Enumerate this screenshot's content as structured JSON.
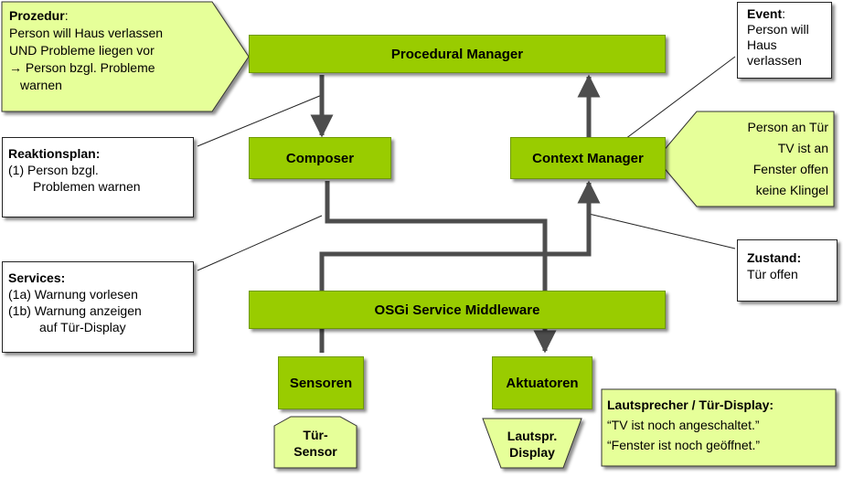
{
  "colors": {
    "component_fill": "#99cc00",
    "callout_fill": "#e6ff99",
    "arrow": "#4d4d4d"
  },
  "components": {
    "procedural_manager": "Procedural Manager",
    "composer": "Composer",
    "context_manager": "Context Manager",
    "osgi_middleware": "OSGi Service Middleware",
    "sensoren": "Sensoren",
    "aktuatoren": "Aktuatoren"
  },
  "devices": {
    "tuer_sensor": [
      "Tür-",
      "Sensor"
    ],
    "lautsprecher_display": [
      "Lautspr.",
      "Display"
    ]
  },
  "callouts": {
    "prozedur": {
      "title": "Prozedur",
      "colon": ":",
      "lines": [
        "Person will Haus verlassen",
        "UND Probleme liegen vor",
        "→ Person bzgl. Probleme",
        "warnen"
      ]
    },
    "event": {
      "title": "Event",
      "colon": ":",
      "lines": [
        "Person will",
        "Haus",
        "verlassen"
      ]
    },
    "context_input": {
      "lines": [
        "Person an Tür",
        "TV ist an",
        "Fenster offen",
        "keine Klingel"
      ]
    },
    "reaktionsplan": {
      "title": "Reaktionsplan:",
      "lines": [
        "(1) Person bzgl.",
        "Problemen warnen"
      ]
    },
    "services": {
      "title": "Services:",
      "lines": [
        "(1a) Warnung vorlesen",
        "(1b) Warnung anzeigen",
        "auf Tür-Display"
      ]
    },
    "zustand": {
      "title": "Zustand:",
      "lines": [
        "Tür offen"
      ]
    },
    "output": {
      "title": "Lautsprecher / Tür-Display:",
      "lines": [
        "“TV ist noch angeschaltet.”",
        "“Fenster ist noch geöffnet.”"
      ]
    }
  }
}
